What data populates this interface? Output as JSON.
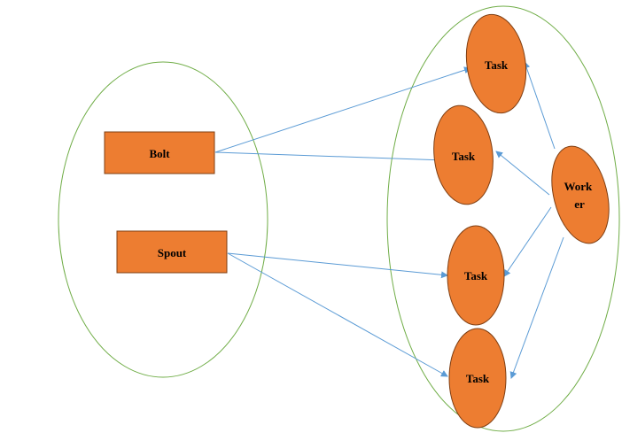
{
  "colors": {
    "node_fill": "#ED7D31",
    "node_stroke": "#7F3F13",
    "group_stroke": "#70AD47",
    "edge_stroke": "#5B9BD5",
    "text": "#000000"
  },
  "nodes": {
    "bolt": {
      "label": "Bolt"
    },
    "spout": {
      "label": "Spout"
    },
    "task_1": {
      "label": "Task"
    },
    "task_2": {
      "label": "Task"
    },
    "task_3": {
      "label": "Task"
    },
    "task_4": {
      "label": "Task"
    },
    "worker": {
      "label_line1": "Work",
      "label_line2": "er"
    }
  },
  "edges": [
    {
      "from": "bolt",
      "to": "task_1"
    },
    {
      "from": "bolt",
      "to": "task_2"
    },
    {
      "from": "spout",
      "to": "task_3"
    },
    {
      "from": "spout",
      "to": "task_4"
    },
    {
      "from": "worker",
      "to": "task_1"
    },
    {
      "from": "worker",
      "to": "task_2"
    },
    {
      "from": "worker",
      "to": "task_3"
    },
    {
      "from": "worker",
      "to": "task_4"
    }
  ]
}
